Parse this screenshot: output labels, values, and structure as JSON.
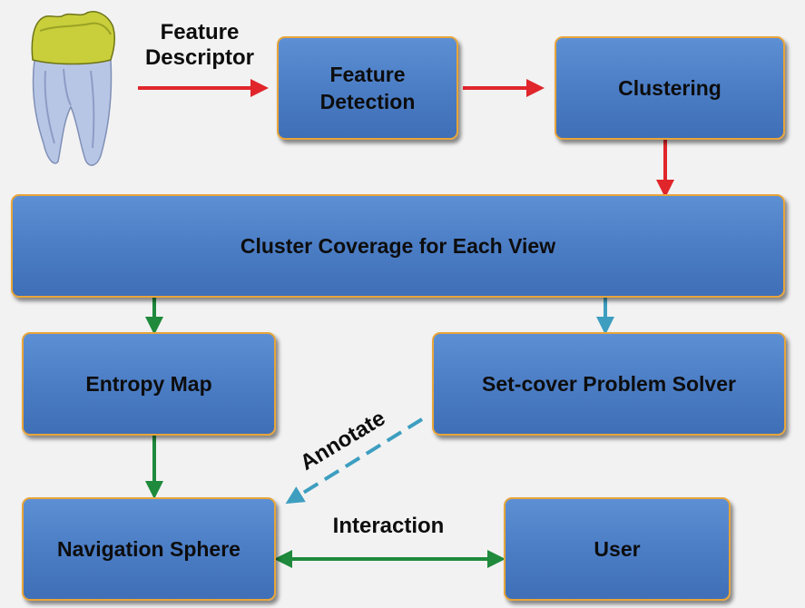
{
  "labels": {
    "feature_descriptor": "Feature\nDescriptor",
    "interaction": "Interaction",
    "annotate": "Annotate"
  },
  "boxes": {
    "feature_detection": "Feature\nDetection",
    "clustering": "Clustering",
    "cluster_coverage": "Cluster Coverage for Each View",
    "entropy_map": "Entropy Map",
    "set_cover": "Set-cover Problem Solver",
    "navigation_sphere": "Navigation Sphere",
    "user": "User"
  },
  "colors": {
    "box_fill": "#4a7cc4",
    "box_border": "#e8a53a",
    "arrow_red": "#e0262b",
    "arrow_green": "#1f8a3c",
    "arrow_teal": "#3d9ec0",
    "tooth_crown": "#c9cf3a",
    "tooth_root": "#b8c6e6"
  }
}
